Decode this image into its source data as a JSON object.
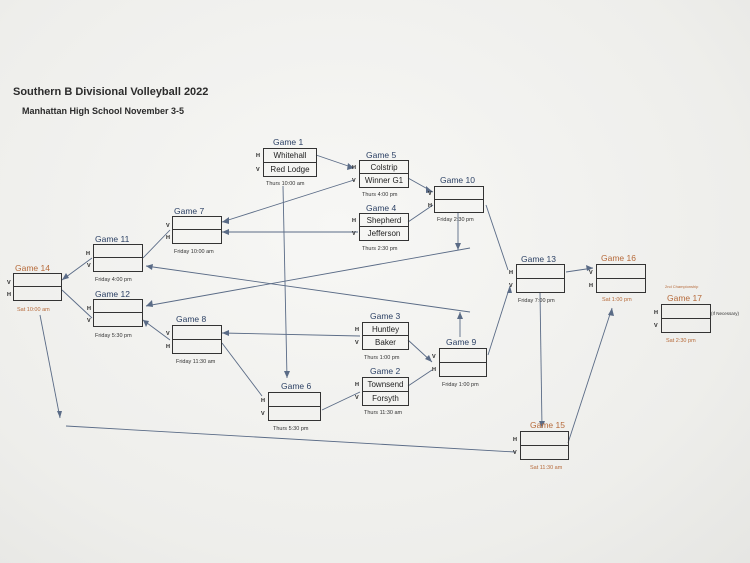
{
  "header": {
    "title": "Southern B Divisional Volleyball 2022",
    "subtitle": "Manhattan High School November 3-5"
  },
  "games": {
    "g1": {
      "label": "Game 1",
      "top": "Whitehall",
      "bottom": "Red Lodge",
      "h": "H",
      "v": "V",
      "time": "Thurs 10:00 am"
    },
    "g2": {
      "label": "Game 2",
      "top": "Townsend",
      "bottom": "Forsyth",
      "h": "H",
      "v": "V",
      "time": "Thurs 11:30 am"
    },
    "g3": {
      "label": "Game 3",
      "top": "Huntley",
      "bottom": "Baker",
      "h": "H",
      "v": "V",
      "time": "Thurs 1:00 pm"
    },
    "g4": {
      "label": "Game 4",
      "top": "Shepherd",
      "bottom": "Jefferson",
      "h": "H",
      "v": "V",
      "time": "Thurs 2:30 pm"
    },
    "g5": {
      "label": "Game 5",
      "top": "Colstrip",
      "bottom": "Winner G1",
      "h": "H",
      "v": "V",
      "time": "Thurs 4:00 pm"
    },
    "g6": {
      "label": "Game 6",
      "top": "",
      "bottom": "",
      "h": "H",
      "v": "V",
      "time": "Thurs 5:30 pm"
    },
    "g7": {
      "label": "Game 7",
      "top": "",
      "bottom": "",
      "h": "H",
      "v": "V",
      "time": "Friday 10:00 am"
    },
    "g8": {
      "label": "Game 8",
      "top": "",
      "bottom": "",
      "h": "V",
      "v": "H",
      "time": "Friday 11:30 am"
    },
    "g9": {
      "label": "Game 9",
      "top": "",
      "bottom": "",
      "h": "V",
      "v": "H",
      "time": "Friday 1:00 pm"
    },
    "g10": {
      "label": "Game 10",
      "top": "",
      "bottom": "",
      "h": "V",
      "v": "H",
      "time": "Friday 2:30 pm"
    },
    "g11": {
      "label": "Game 11",
      "top": "",
      "bottom": "",
      "h": "H",
      "v": "V",
      "time": "Friday 4:00 pm"
    },
    "g12": {
      "label": "Game 12",
      "top": "",
      "bottom": "",
      "h": "H",
      "v": "V",
      "time": "Friday 5:30 pm"
    },
    "g13": {
      "label": "Game 13",
      "top": "",
      "bottom": "",
      "h": "H",
      "v": "V",
      "time": "Friday 7:00 pm"
    },
    "g14": {
      "label": "Game 14",
      "top": "",
      "bottom": "",
      "h": "V",
      "v": "H",
      "time": "Sat 10:00 am"
    },
    "g15": {
      "label": "Game 15",
      "top": "",
      "bottom": "",
      "h": "H",
      "v": "V",
      "time": "Sat 11:30 am"
    },
    "g16": {
      "label": "Game 16",
      "top": "",
      "bottom": "",
      "h": "V",
      "v": "H",
      "time": "Sat 1:00 pm"
    },
    "g17": {
      "label": "Game 17",
      "top": "",
      "bottom": "",
      "h": "H",
      "v": "V",
      "time": "Sat 2:30 pm",
      "pre": "2nd Championship",
      "note": "(If Necessary)"
    }
  },
  "colors": {
    "navy": "#2a3f63",
    "rust": "#b66a3a",
    "line": "#5a6b86"
  }
}
